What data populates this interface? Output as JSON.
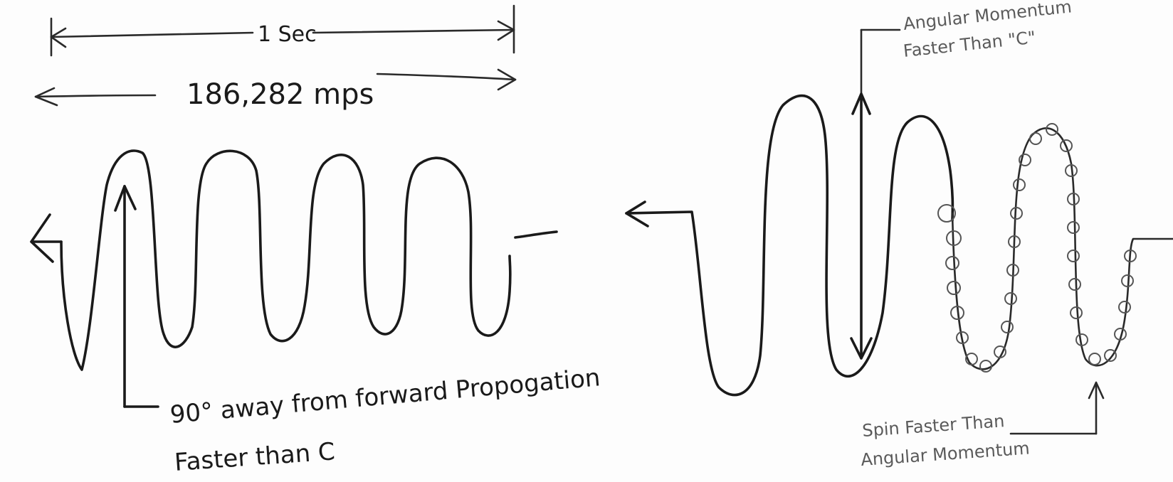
{
  "left_diagram": {
    "time_label": "1 Sec",
    "speed_label": "186,282 mps",
    "perpendicular_label_line1": "90° away from forward Propogation",
    "perpendicular_label_line2": "Faster than C"
  },
  "right_diagram": {
    "angular_label_line1": "Angular Momentum",
    "angular_label_line2": "Faster Than \"C\"",
    "spin_label_line1": "Spin Faster Than",
    "spin_label_line2": "Angular Momentum"
  },
  "colors": {
    "ink": "#1a1a1a",
    "pencil": "#5a5a5a",
    "paper": "#fdfdfd"
  }
}
